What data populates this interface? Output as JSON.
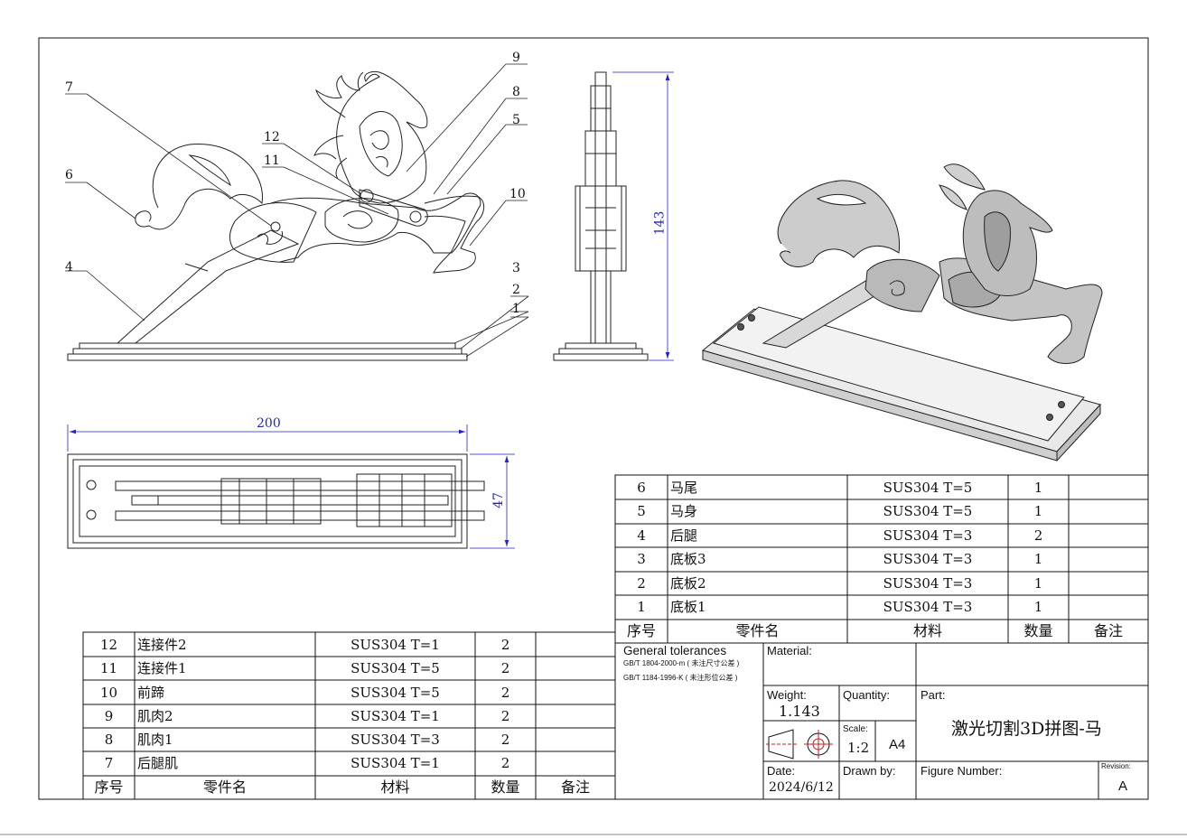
{
  "balloons": [
    "1",
    "2",
    "3",
    "4",
    "5",
    "6",
    "7",
    "8",
    "9",
    "10",
    "11",
    "12"
  ],
  "dims": {
    "height": "143",
    "width": "200",
    "depth": "47"
  },
  "bom_right": {
    "rows": [
      {
        "no": "6",
        "name": "马尾",
        "material": "SUS304  T=5",
        "qty": "1",
        "note": ""
      },
      {
        "no": "5",
        "name": "马身",
        "material": "SUS304  T=5",
        "qty": "1",
        "note": ""
      },
      {
        "no": "4",
        "name": "后腿",
        "material": "SUS304  T=3",
        "qty": "2",
        "note": ""
      },
      {
        "no": "3",
        "name": "底板3",
        "material": "SUS304  T=3",
        "qty": "1",
        "note": ""
      },
      {
        "no": "2",
        "name": "底板2",
        "material": "SUS304  T=3",
        "qty": "1",
        "note": ""
      },
      {
        "no": "1",
        "name": "底板1",
        "material": "SUS304  T=3",
        "qty": "1",
        "note": ""
      }
    ],
    "header": {
      "no": "序号",
      "name": "零件名",
      "material": "材料",
      "qty": "数量",
      "note": "备注"
    }
  },
  "bom_left": {
    "rows": [
      {
        "no": "12",
        "name": "连接件2",
        "material": "SUS304  T=1",
        "qty": "2",
        "note": ""
      },
      {
        "no": "11",
        "name": "连接件1",
        "material": "SUS304  T=5",
        "qty": "2",
        "note": ""
      },
      {
        "no": "10",
        "name": "前蹄",
        "material": "SUS304  T=5",
        "qty": "2",
        "note": ""
      },
      {
        "no": "9",
        "name": "肌肉2",
        "material": "SUS304  T=1",
        "qty": "2",
        "note": ""
      },
      {
        "no": "8",
        "name": "肌肉1",
        "material": "SUS304  T=3",
        "qty": "2",
        "note": ""
      },
      {
        "no": "7",
        "name": "后腿肌",
        "material": "SUS304  T=1",
        "qty": "2",
        "note": ""
      }
    ],
    "header": {
      "no": "序号",
      "name": "零件名",
      "material": "材料",
      "qty": "数量",
      "note": "备注"
    }
  },
  "title_block": {
    "general_tolerances": "General tolerances",
    "tol_1": "GB/T 1804-2000-m ( 未注尺寸公差 )",
    "tol_2": "GB/T 1184-1996-K ( 未注形位公差 )",
    "material_label": "Material:",
    "material_value": "",
    "weight_label": "Weight:",
    "weight_value": "1.143",
    "quantity_label": "Quantity:",
    "part_label": "Part:",
    "part_value": "激光切割3D拼图-马",
    "scale_label": "Scale:",
    "scale_value": "1:2",
    "paper": "A4",
    "date_label": "Date:",
    "date_value": "2024/6/12",
    "drawn_by_label": "Drawn by:",
    "figure_number_label": "Figure Number:",
    "revision_label": "Revision:",
    "revision_value": "A"
  }
}
